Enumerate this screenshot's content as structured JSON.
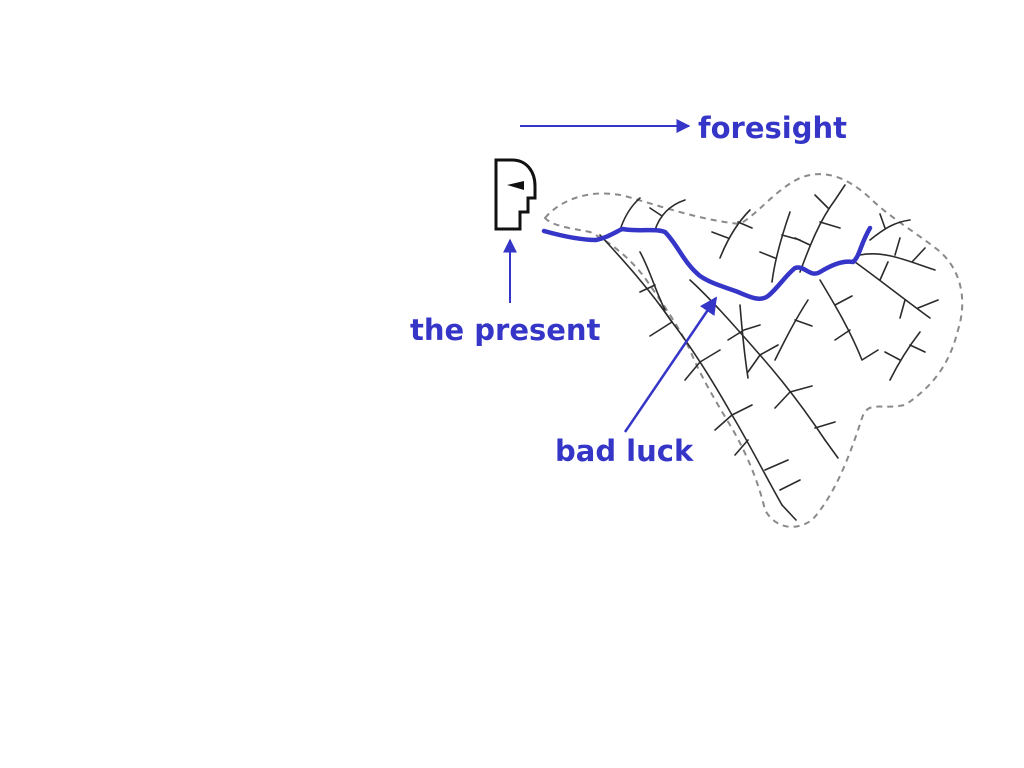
{
  "labels": {
    "foresight": "foresight",
    "present": "the present",
    "bad_luck": "bad luck"
  },
  "colors": {
    "accent": "#3535c8",
    "ink": "#2b2b2b",
    "outline": "#8a8a8a",
    "background": "#ffffff"
  }
}
